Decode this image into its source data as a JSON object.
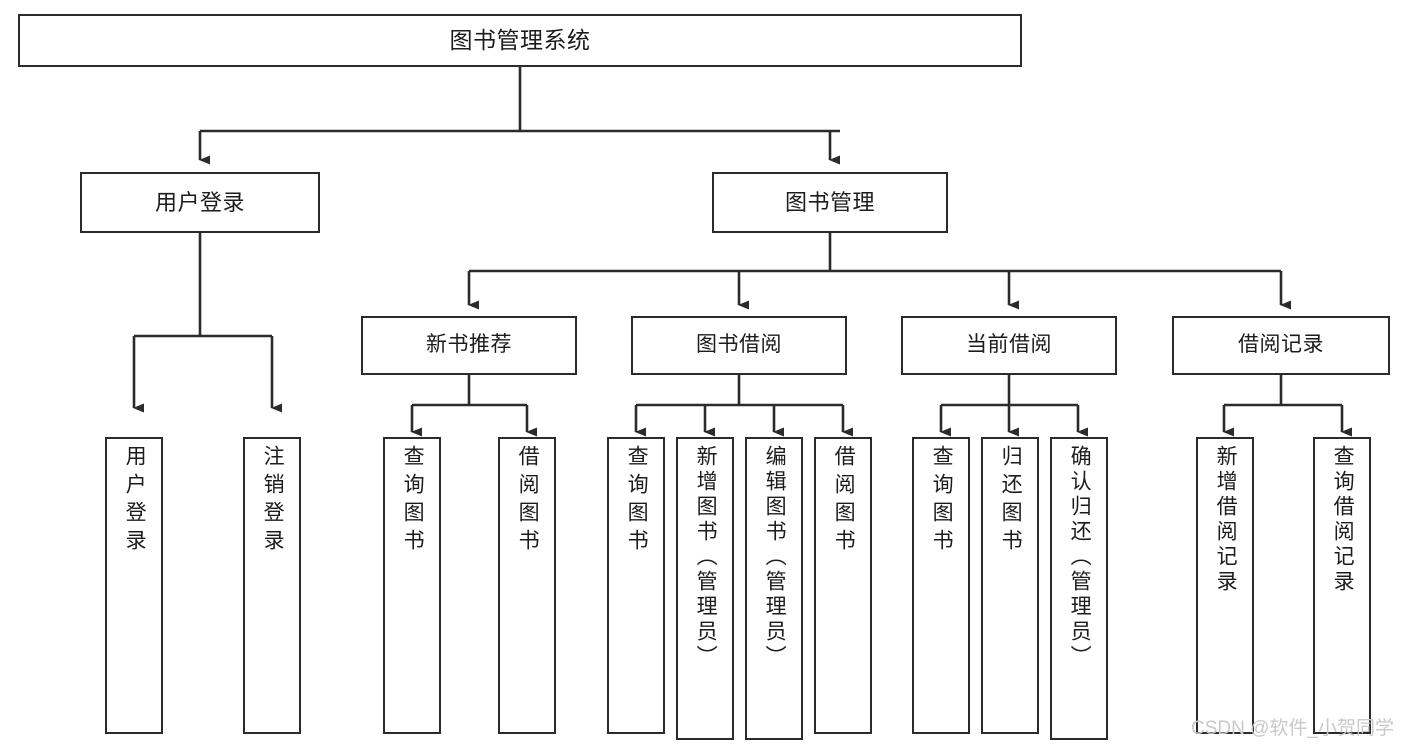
{
  "meta": {
    "title": "图书管理系统 功能结构图",
    "watermark": "CSDN @软件_小贺同学",
    "colors": {
      "stroke": "#2b2b2b",
      "background": "#ffffff",
      "text": "#1c1c1c",
      "watermark": "#c9c9c9"
    }
  },
  "chart_data": {
    "type": "diagram",
    "subtype": "tree",
    "title": "图书管理系统",
    "orientation": "top-down",
    "nodes": [
      {
        "id": "root",
        "label": "图书管理系统",
        "level": 0,
        "parent": null
      },
      {
        "id": "login",
        "label": "用户登录",
        "level": 1,
        "parent": "root"
      },
      {
        "id": "bookmgr",
        "label": "图书管理",
        "level": 1,
        "parent": "root"
      },
      {
        "id": "login-do",
        "label": "用户登录",
        "level": 2,
        "parent": "login"
      },
      {
        "id": "login-out",
        "label": "注销登录",
        "level": 2,
        "parent": "login"
      },
      {
        "id": "newbook",
        "label": "新书推荐",
        "level": 2,
        "parent": "bookmgr"
      },
      {
        "id": "borrow",
        "label": "图书借阅",
        "level": 2,
        "parent": "bookmgr"
      },
      {
        "id": "current",
        "label": "当前借阅",
        "level": 2,
        "parent": "bookmgr"
      },
      {
        "id": "record",
        "label": "借阅记录",
        "level": 2,
        "parent": "bookmgr"
      },
      {
        "id": "newbook-q",
        "label": "查询图书",
        "level": 3,
        "parent": "newbook"
      },
      {
        "id": "newbook-b",
        "label": "借阅图书",
        "level": 3,
        "parent": "newbook"
      },
      {
        "id": "borrow-q",
        "label": "查询图书",
        "level": 3,
        "parent": "borrow"
      },
      {
        "id": "borrow-add",
        "label": "新增图书（管理员）",
        "level": 3,
        "parent": "borrow"
      },
      {
        "id": "borrow-edit",
        "label": "编辑图书（管理员）",
        "level": 3,
        "parent": "borrow"
      },
      {
        "id": "borrow-do",
        "label": "借阅图书",
        "level": 3,
        "parent": "borrow"
      },
      {
        "id": "current-q",
        "label": "查询图书",
        "level": 3,
        "parent": "current"
      },
      {
        "id": "current-ret",
        "label": "归还图书",
        "level": 3,
        "parent": "current"
      },
      {
        "id": "current-conf",
        "label": "确认归还（管理员）",
        "level": 3,
        "parent": "current"
      },
      {
        "id": "record-add",
        "label": "新增借阅记录",
        "level": 3,
        "parent": "record"
      },
      {
        "id": "record-q",
        "label": "查询借阅记录",
        "level": 3,
        "parent": "record"
      }
    ]
  },
  "tree": {
    "root": {
      "label": "图书管理系统"
    },
    "level1": [
      {
        "label": "用户登录"
      },
      {
        "label": "图书管理"
      }
    ],
    "level2": [
      {
        "label": "用户登录"
      },
      {
        "label": "注销登录"
      },
      {
        "label": "新书推荐"
      },
      {
        "label": "图书借阅"
      },
      {
        "label": "当前借阅"
      },
      {
        "label": "借阅记录"
      }
    ],
    "leaves": [
      {
        "label": "用户登录"
      },
      {
        "label": "注销登录"
      },
      {
        "label": "查询图书"
      },
      {
        "label": "借阅图书"
      },
      {
        "label": "查询图书"
      },
      {
        "label": "新增图书（管理员）"
      },
      {
        "label": "编辑图书（管理员）"
      },
      {
        "label": "借阅图书"
      },
      {
        "label": "查询图书"
      },
      {
        "label": "归还图书"
      },
      {
        "label": "确认归还（管理员）"
      },
      {
        "label": "新增借阅记录"
      },
      {
        "label": "查询借阅记录"
      }
    ]
  }
}
